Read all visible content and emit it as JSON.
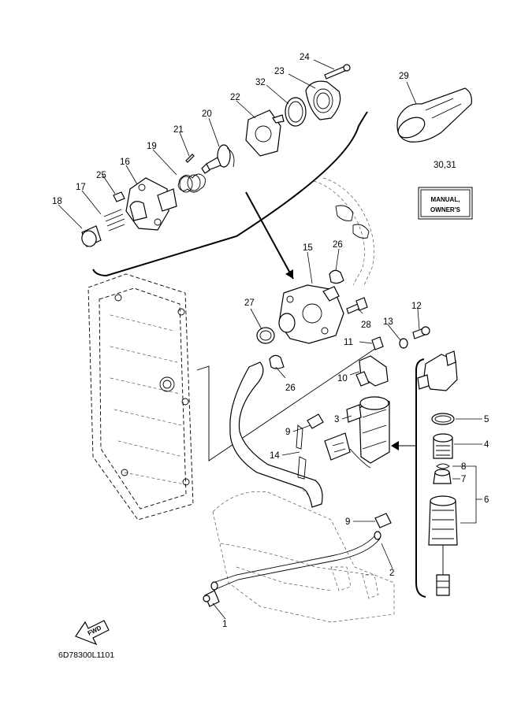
{
  "diagram": {
    "figure_code": "6D78300L1101",
    "fwd_label": "FWD",
    "manual_label_line1": "MANUAL,",
    "manual_label_line2": "OWNER'S",
    "callouts": {
      "c1": "1",
      "c2": "2",
      "c3": "3",
      "c4": "4",
      "c5": "5",
      "c6": "6",
      "c7": "7",
      "c8": "8",
      "c9a": "9",
      "c9b": "9",
      "c10": "10",
      "c11": "11",
      "c12": "12",
      "c13": "13",
      "c14": "14",
      "c15": "15",
      "c16": "16",
      "c17": "17",
      "c18": "18",
      "c19": "19",
      "c20": "20",
      "c21": "21",
      "c22": "22",
      "c23": "23",
      "c24": "24",
      "c25": "25",
      "c26a": "26",
      "c26b": "26",
      "c27": "27",
      "c28": "28",
      "c29": "29",
      "c30_31": "30,31",
      "c32": "32"
    }
  }
}
